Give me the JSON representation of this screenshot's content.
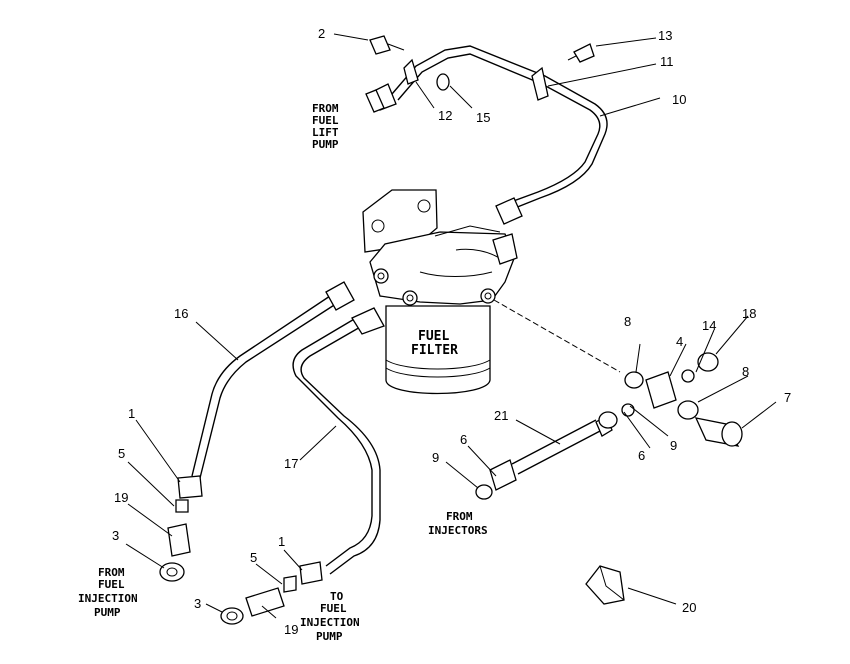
{
  "callouts": {
    "c1a": "1",
    "c1b": "1",
    "c2": "2",
    "c3a": "3",
    "c3b": "3",
    "c4": "4",
    "c5a": "5",
    "c5b": "5",
    "c6a": "6",
    "c6b": "6",
    "c7": "7",
    "c8a": "8",
    "c8b": "8",
    "c9a": "9",
    "c9b": "9",
    "c10": "10",
    "c11": "11",
    "c12": "12",
    "c13": "13",
    "c14": "14",
    "c15": "15",
    "c16": "16",
    "c17": "17",
    "c18": "18",
    "c19a": "19",
    "c19b": "19",
    "c20": "20",
    "c21": "21"
  },
  "labels": {
    "from_lift_pump": [
      "FROM",
      "FUEL",
      "LIFT",
      "PUMP"
    ],
    "fuel_filter": [
      "FUEL",
      "FILTER"
    ],
    "from_injectors": [
      "FROM",
      "INJECTORS"
    ],
    "from_injection_pump": [
      "FROM",
      "FUEL",
      "INJECTION",
      "PUMP"
    ],
    "to_injection_pump": [
      "TO",
      "FUEL",
      "INJECTION",
      "PUMP"
    ]
  }
}
